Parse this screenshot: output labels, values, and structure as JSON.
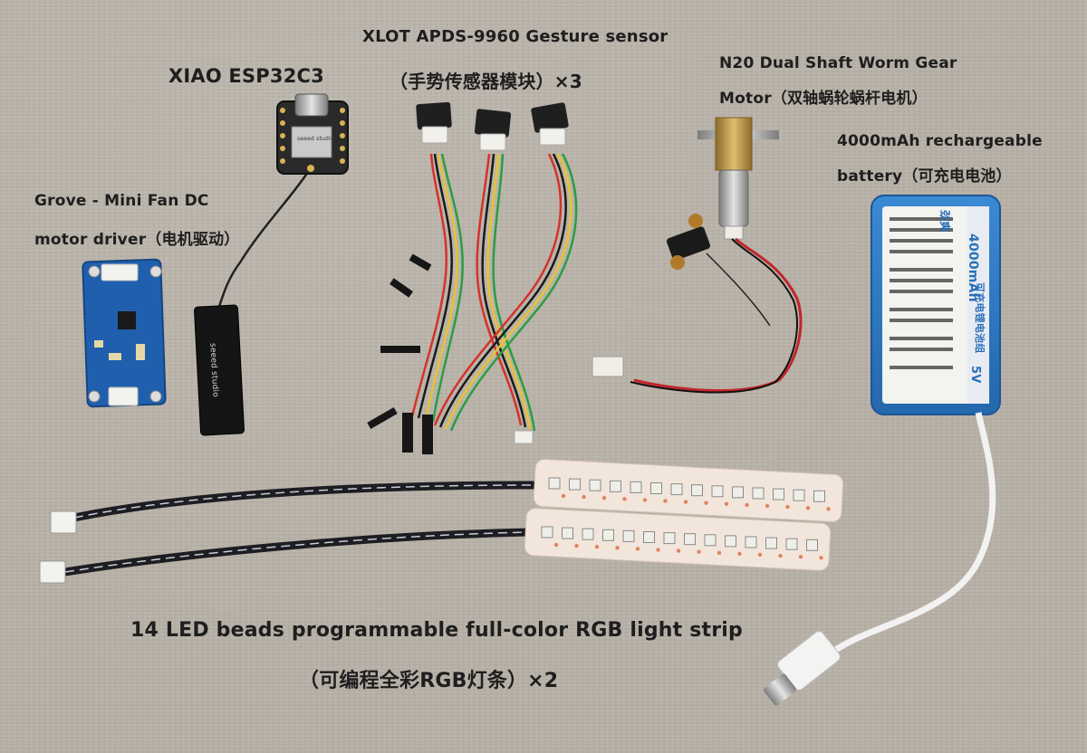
{
  "labels": {
    "xiao": "XIAO ESP32C3",
    "gesture_line1": "XLOT APDS-9960 Gesture sensor",
    "gesture_line2": "（手势传感器模块）×3",
    "motor_line1": "N20 Dual Shaft Worm Gear",
    "motor_line2": "Motor（双轴蜗轮蜗杆电机）",
    "battery_line1": "4000mAh rechargeable",
    "battery_line2": "battery（可充电电池）",
    "driver_line1": "Grove - Mini Fan DC",
    "driver_line2": "motor driver（电机驱动）",
    "strip_line1": "14 LED beads programmable full-color RGB light strip",
    "strip_line2": "（可编程全彩RGB灯条）×2"
  },
  "product_markings": {
    "board_brand": "seeed studio",
    "antenna_brand": "seeed studio",
    "battery_brand": "劲爽",
    "battery_capacity": "4000mAh",
    "battery_title": "可充电锂电池组",
    "battery_voltage": "5V"
  },
  "colors": {
    "background": "#b9b2a8",
    "label_text": "#1e1e1e",
    "grove_board": "#1f5fae",
    "xiao_board": "#2a2a2a",
    "battery_wrap": "#2f7fc8",
    "strip_pcb": "#f2e6dc",
    "led_glow": "#e0835e",
    "brass": "#c9a253"
  }
}
